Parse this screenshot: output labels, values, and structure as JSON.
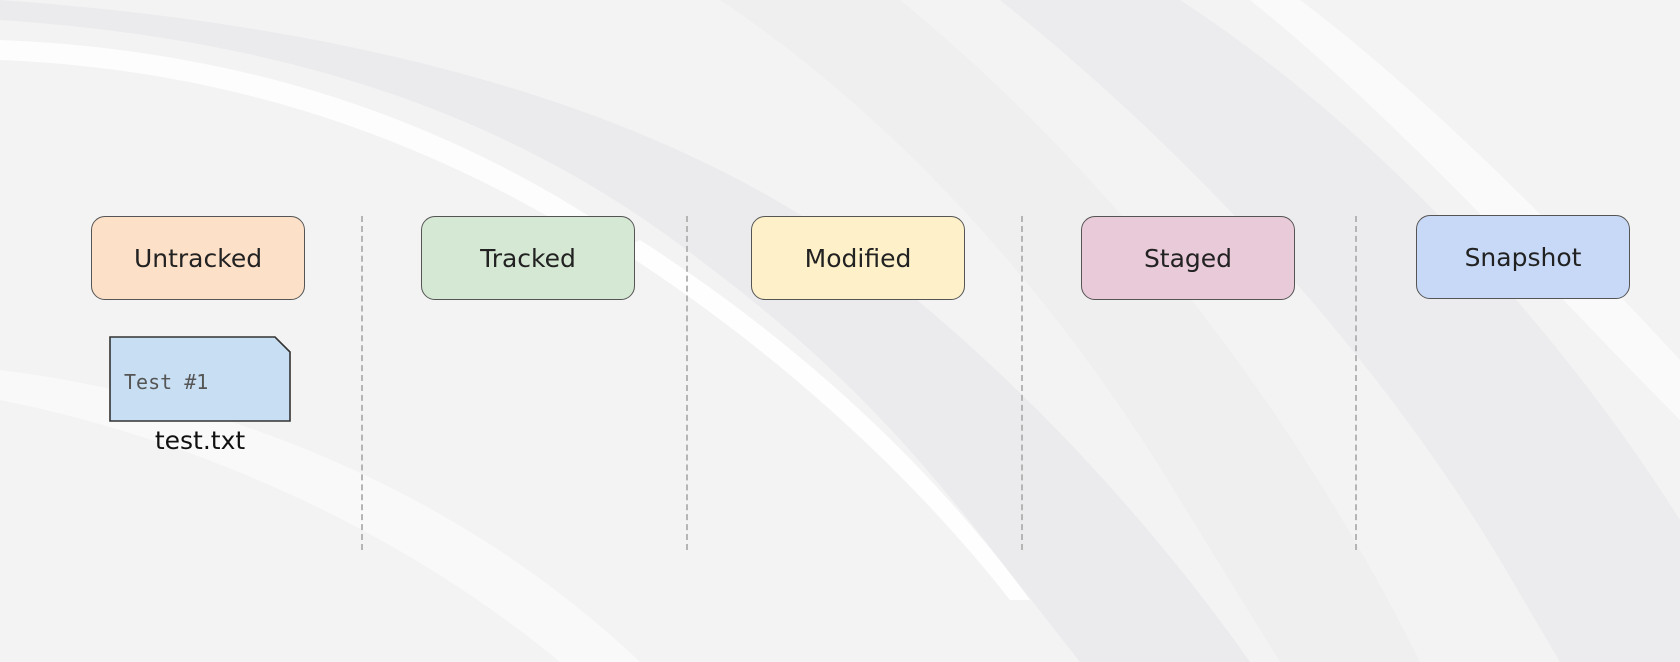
{
  "stages": [
    {
      "label": "Untracked",
      "fill": "#fde0c8"
    },
    {
      "label": "Tracked",
      "fill": "#d5e8d3"
    },
    {
      "label": "Modified",
      "fill": "#fef1c9"
    },
    {
      "label": "Staged",
      "fill": "#e9cad8"
    },
    {
      "label": "Snapshot",
      "fill": "#c7d9f6"
    }
  ],
  "file": {
    "content": "Test #1",
    "name": "test.txt",
    "fill": "#c8dff3"
  }
}
